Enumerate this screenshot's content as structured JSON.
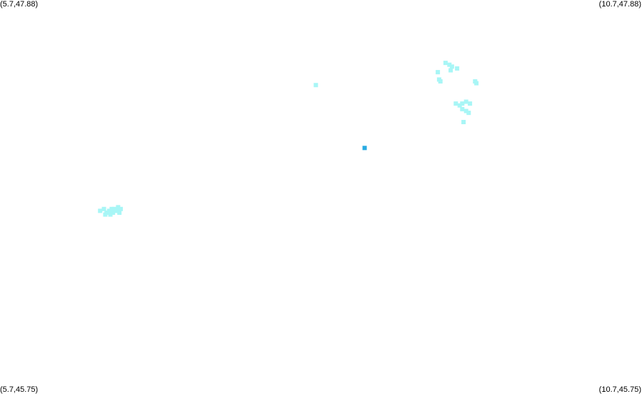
{
  "corners": {
    "top_left": "(5.7,47.88)",
    "top_right": "(10.7,47.88)",
    "bottom_left": "(5.7,45.75)",
    "bottom_right": "(10.7,45.75)"
  },
  "colors": {
    "background": "#ffffff",
    "point_light": "#a8f6f6",
    "point_highlight": "#29abe2",
    "label_text": "#000000"
  },
  "map_data": {
    "lon_range": [
      5.7,
      10.7
    ],
    "lat_range": [
      45.75,
      47.88
    ],
    "points": [
      {
        "lon": 6.48,
        "lat": 46.74,
        "style": "light"
      },
      {
        "lon": 6.51,
        "lat": 46.75,
        "style": "light"
      },
      {
        "lon": 6.53,
        "lat": 46.73,
        "style": "light"
      },
      {
        "lon": 6.55,
        "lat": 46.74,
        "style": "light"
      },
      {
        "lon": 6.57,
        "lat": 46.75,
        "style": "light"
      },
      {
        "lon": 6.58,
        "lat": 46.73,
        "style": "light"
      },
      {
        "lon": 6.6,
        "lat": 46.74,
        "style": "light"
      },
      {
        "lon": 6.62,
        "lat": 46.76,
        "style": "light"
      },
      {
        "lon": 6.63,
        "lat": 46.73,
        "style": "light"
      },
      {
        "lon": 6.64,
        "lat": 46.75,
        "style": "light"
      },
      {
        "lon": 6.52,
        "lat": 46.72,
        "style": "light"
      },
      {
        "lon": 6.56,
        "lat": 46.72,
        "style": "light"
      },
      {
        "lon": 6.59,
        "lat": 46.75,
        "style": "light"
      },
      {
        "lon": 6.62,
        "lat": 46.74,
        "style": "light"
      },
      {
        "lon": 8.16,
        "lat": 47.42,
        "style": "light"
      },
      {
        "lon": 9.17,
        "lat": 47.54,
        "style": "light"
      },
      {
        "lon": 9.2,
        "lat": 47.53,
        "style": "light"
      },
      {
        "lon": 9.22,
        "lat": 47.52,
        "style": "light"
      },
      {
        "lon": 9.21,
        "lat": 47.5,
        "style": "light"
      },
      {
        "lon": 9.26,
        "lat": 47.51,
        "style": "light"
      },
      {
        "lon": 9.11,
        "lat": 47.49,
        "style": "light"
      },
      {
        "lon": 9.12,
        "lat": 47.45,
        "style": "light"
      },
      {
        "lon": 9.13,
        "lat": 47.44,
        "style": "light"
      },
      {
        "lon": 9.4,
        "lat": 47.44,
        "style": "light"
      },
      {
        "lon": 9.41,
        "lat": 47.43,
        "style": "light"
      },
      {
        "lon": 9.25,
        "lat": 47.32,
        "style": "light"
      },
      {
        "lon": 9.28,
        "lat": 47.31,
        "style": "light"
      },
      {
        "lon": 9.3,
        "lat": 47.32,
        "style": "light"
      },
      {
        "lon": 9.33,
        "lat": 47.33,
        "style": "light"
      },
      {
        "lon": 9.36,
        "lat": 47.32,
        "style": "light"
      },
      {
        "lon": 9.3,
        "lat": 47.29,
        "style": "light"
      },
      {
        "lon": 9.33,
        "lat": 47.28,
        "style": "light"
      },
      {
        "lon": 9.35,
        "lat": 47.27,
        "style": "light"
      },
      {
        "lon": 9.31,
        "lat": 47.22,
        "style": "light"
      },
      {
        "lon": 8.54,
        "lat": 47.08,
        "style": "highlight"
      }
    ]
  }
}
